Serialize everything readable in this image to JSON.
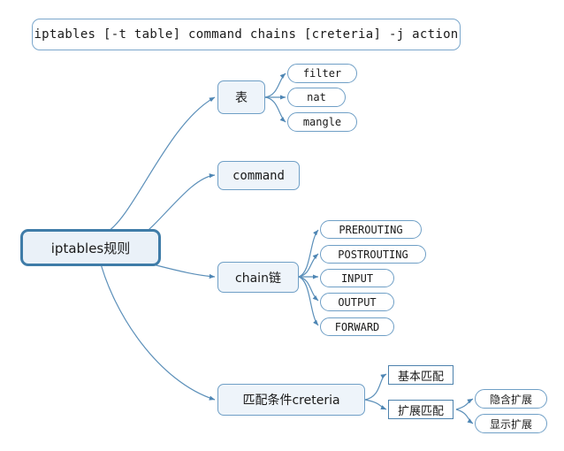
{
  "diagram": {
    "type": "mind-map",
    "background_color": "#ffffff",
    "edge_color": "#5b8fb9",
    "accent_color": "#3f7ca8",
    "node_fill_light": "#eef4fa",
    "banner": {
      "text": "iptables [-t table]  command chains [creteria] -j action"
    },
    "root": {
      "label": "iptables规则"
    },
    "branches": [
      {
        "id": "table",
        "label": "表",
        "children": [
          {
            "label": "filter"
          },
          {
            "label": "nat"
          },
          {
            "label": "mangle"
          }
        ]
      },
      {
        "id": "command",
        "label": "command",
        "children": []
      },
      {
        "id": "chain",
        "label": "chain链",
        "children": [
          {
            "label": "PREROUTING"
          },
          {
            "label": "POSTROUTING"
          },
          {
            "label": "INPUT"
          },
          {
            "label": "OUTPUT"
          },
          {
            "label": "FORWARD"
          }
        ]
      },
      {
        "id": "creteria",
        "label": "匹配条件creteria",
        "children": [
          {
            "label": "基本匹配",
            "children": []
          },
          {
            "label": "扩展匹配",
            "children": [
              {
                "label": "隐含扩展"
              },
              {
                "label": "显示扩展"
              }
            ]
          }
        ]
      }
    ]
  }
}
